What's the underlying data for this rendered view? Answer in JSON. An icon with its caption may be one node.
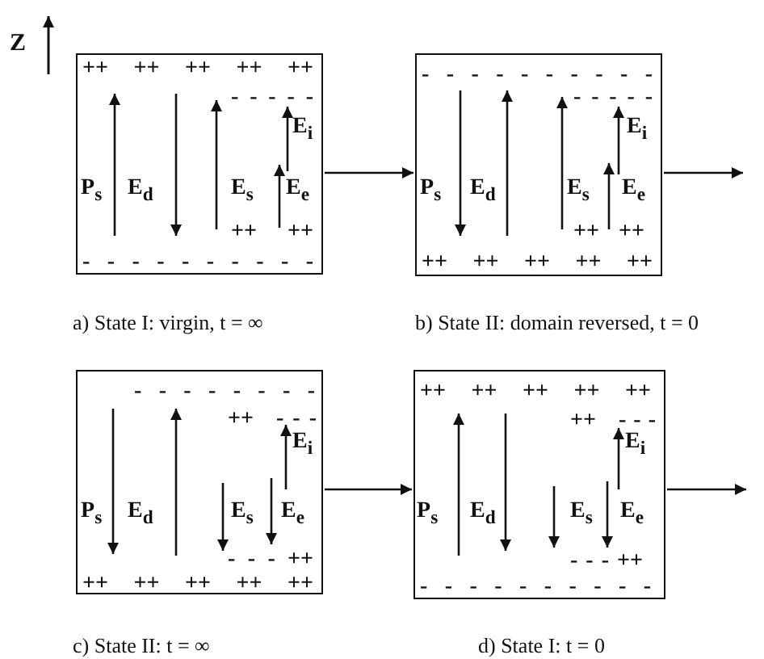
{
  "diagram": {
    "nodes": [
      {
        "text": [
          "++ ++ ++ ++ ++",
          "- - - - -",
          "E$_{i}$",
          "P$_{s}$",
          "E$_{d}$",
          "E$_{s}$",
          "E$_{e}$",
          "++ ++",
          "- - - - - - - - - -"
        ],
        "beside": [
          "a) State I: virgin, t = ∞"
        ]
      },
      {
        "text": [
          "- - - - - - - - - -",
          "- - - - -",
          "E$_{i}$",
          "P$_{s}$",
          "E$_{d}$",
          "E$_{s}$",
          "E$_{e}$",
          "++ ++",
          "++ ++ ++ ++ ++"
        ],
        "beside": [
          "b) State II: domain reversed, t = 0"
        ]
      },
      {
        "text": [
          "- - - - - - - -",
          "++",
          "- - -",
          "E$_{i}$",
          "P$_{s}$",
          "E$_{d}$",
          "E$_{s}$",
          "E$_{e}$",
          "- - - ++",
          "++ ++ ++ ++ ++"
        ],
        "beside": [
          "c) State II: t = ∞"
        ]
      },
      {
        "text": [
          "++ ++ ++ ++ ++",
          "++",
          "- - -",
          "E$_{i}$",
          "P$_{s}$",
          "E$_{d}$",
          "E$_{s}$",
          "E$_{e}$",
          "- - - ++",
          "- - - - - - - - - -"
        ],
        "beside": [
          "d) State I: t = 0"
        ]
      }
    ],
    "edges": [
      {
        "from": 0,
        "to": 1,
        "arrow": "to"
      },
      {
        "from": 1,
        "to": null,
        "arrow": "to"
      },
      {
        "from": 2,
        "to": 3,
        "arrow": "to"
      },
      {
        "from": 3,
        "to": null,
        "arrow": "to"
      }
    ],
    "labels": [
      "Z"
    ]
  }
}
